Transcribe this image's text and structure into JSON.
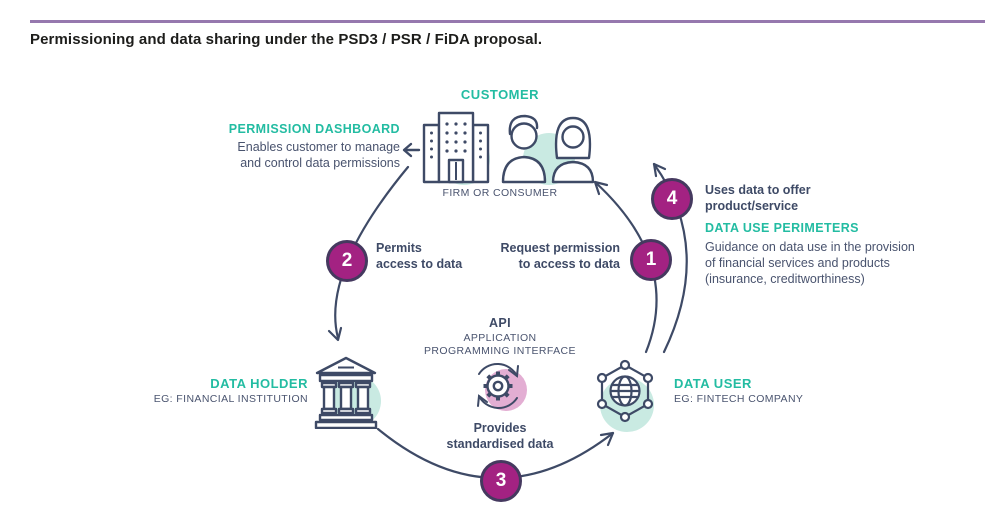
{
  "header": {
    "title": "Permissioning and data sharing under the PSD3 / PSR / FiDA proposal."
  },
  "colors": {
    "accent_teal": "#23bca2",
    "teal_circle_bg": "#c9eae2",
    "magenta_step": "#a32282",
    "step_border": "#45395f",
    "navy_text": "#3e4a66",
    "pink_circle_bg": "#e3aed3",
    "top_rule_purple": "#9678ae"
  },
  "nodes": {
    "customer": {
      "title": "CUSTOMER",
      "subtitle": "FIRM OR CONSUMER",
      "icons": [
        "office-building-icon",
        "firm-and-consumer-people-icon"
      ]
    },
    "permission_dashboard": {
      "title": "PERMISSION DASHBOARD",
      "description": "Enables customer to manage\nand control data permissions",
      "icon": "left-arrow-icon"
    },
    "data_holder": {
      "title": "DATA HOLDER",
      "subtitle": "EG: FINANCIAL INSTITUTION",
      "icon": "bank-building-icon"
    },
    "data_user": {
      "title": "DATA USER",
      "subtitle": "EG: FINTECH COMPANY",
      "icon": "network-globe-icon"
    },
    "api": {
      "title": "API",
      "subtitle": "APPLICATION\nPROGRAMMING INTERFACE",
      "icon": "gear-sync-icon"
    },
    "data_use_perimeters": {
      "title": "DATA USE PERIMETERS",
      "description": "Guidance on data use in the provision\nof financial services and products\n(insurance, creditworthiness)"
    }
  },
  "steps": [
    {
      "number": "1",
      "label": "Request permission\nto access to data"
    },
    {
      "number": "2",
      "label": "Permits\naccess to data"
    },
    {
      "number": "3",
      "label": "Provides\nstandardised data"
    },
    {
      "number": "4",
      "label": "Uses data to offer\nproduct/service"
    }
  ]
}
